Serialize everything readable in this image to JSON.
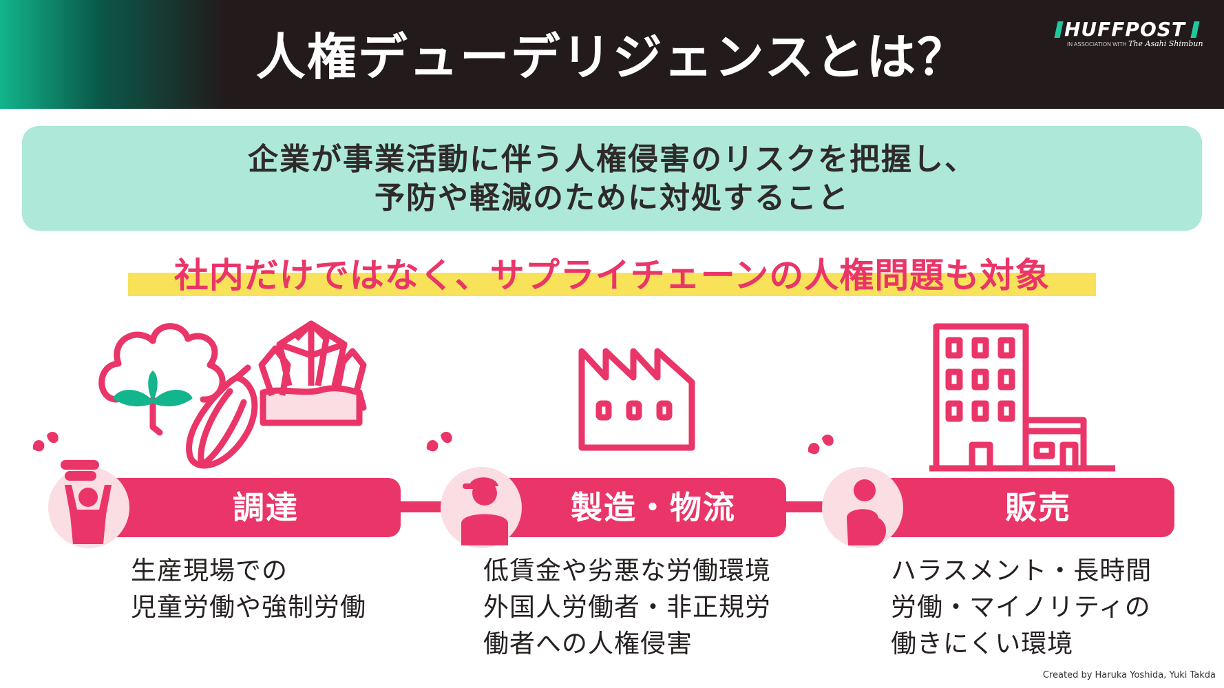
{
  "header": {
    "title": "人権デューデリジェンスとは？",
    "logo_text": "HUFFPOST",
    "logo_sub": "IN ASSOCIATION WITH",
    "logo_partner": "The Asahi Shimbun"
  },
  "definition": {
    "line1": "企業が事業活動に伴う人権侵害のリスクを把握し、",
    "line2": "予防や軽減のために対処すること"
  },
  "highlight": "社内だけではなく、サプライチェーンの人権問題も対象",
  "stages": [
    {
      "label": "調達",
      "desc1": "生産現場での",
      "desc2": "児童労働や強制労働",
      "desc3": ""
    },
    {
      "label": "製造・物流",
      "desc1": "低賃金や劣悪な労働環境",
      "desc2": "外国人労働者・非正規労",
      "desc3": "働者への人権侵害"
    },
    {
      "label": "販売",
      "desc1": "ハラスメント・長時間",
      "desc2": "労働・マイノリティの",
      "desc3": "働きにくい環境"
    }
  ],
  "icons": {
    "stage1": [
      "cotton-icon",
      "cacao-pod-icon",
      "mineral-crystal-icon",
      "worker-carrying-icon"
    ],
    "stage2": [
      "factory-icon",
      "worker-with-cap-icon"
    ],
    "stage3": [
      "building-icon",
      "pregnant-person-icon"
    ]
  },
  "colors": {
    "accent": "#ea3568",
    "teal_box": "#ade8d9",
    "header_dark": "#231a1b",
    "header_green": "#12b58c",
    "highlight_yellow": "#f8e25a",
    "circle_pink": "#fbdde4"
  },
  "credit": "Created by Haruka Yoshida, Yuki Takda"
}
